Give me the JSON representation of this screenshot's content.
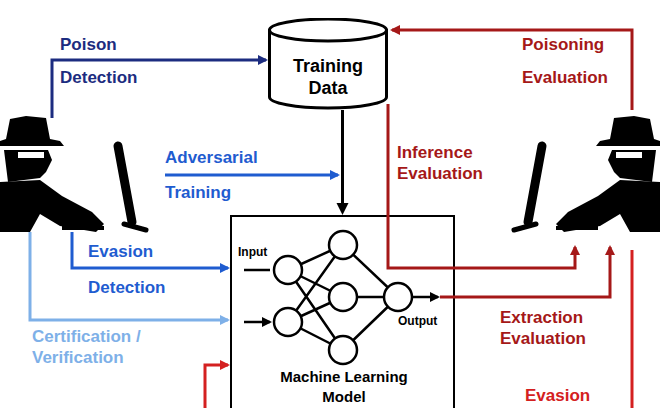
{
  "diagram": {
    "nodes": [
      {
        "text": [
          "Training Data"
        ]
      },
      {
        "text": [
          "Machine Learning Model"
        ]
      }
    ],
    "edges": [
      {
        "from": 0,
        "to": 1,
        "arrow": "to"
      }
    ],
    "labels": [
      "Poison Detection",
      "Adversarial Training",
      "Evasion Detection",
      "Certification / Verification",
      "Poisoning Evaluation",
      "Inference Evaluation",
      "Extraction Evaluation",
      "Evasion",
      "Input",
      "Output"
    ]
  }
}
